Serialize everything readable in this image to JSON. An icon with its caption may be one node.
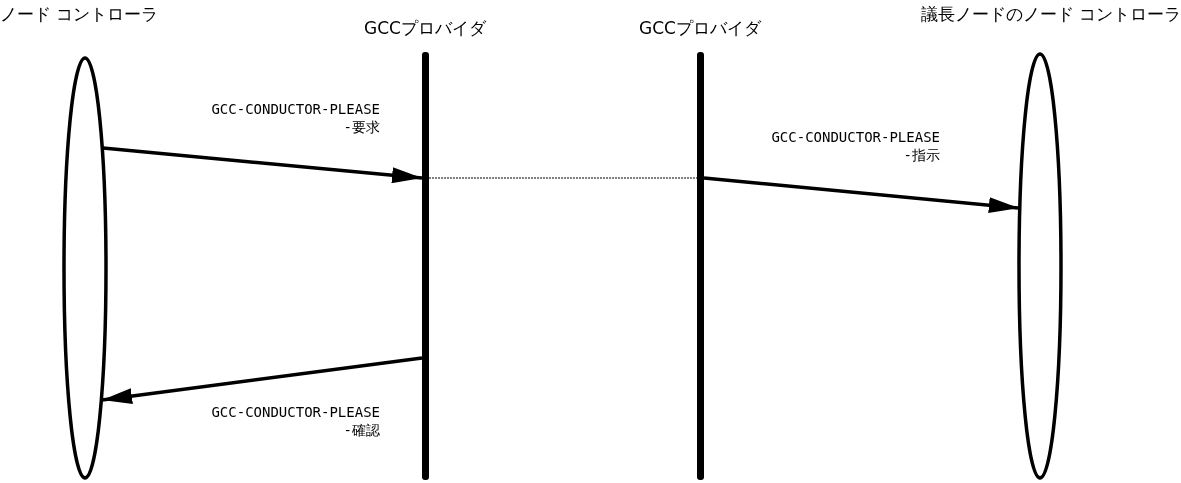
{
  "diagram": {
    "nodes": [
      {
        "text": [
          "ノード コントローラ"
        ]
      },
      {
        "text": [
          "GCCプロバイダ"
        ]
      },
      {
        "text": [
          "GCCプロバイダ"
        ]
      },
      {
        "text": [
          "議長ノードのノード コントローラ"
        ]
      }
    ],
    "edges": [
      {
        "from": 0,
        "to": 1,
        "arrow": "to",
        "label": "GCC-CONDUCTOR-PLEASE -要求"
      },
      {
        "from": 1,
        "to": 2,
        "arrow": "none",
        "style": "dashed"
      },
      {
        "from": 2,
        "to": 3,
        "arrow": "to",
        "label": "GCC-CONDUCTOR-PLEASE -指示"
      },
      {
        "from": 1,
        "to": 0,
        "arrow": "to",
        "label": "GCC-CONDUCTOR-PLEASE -確認"
      }
    ]
  }
}
